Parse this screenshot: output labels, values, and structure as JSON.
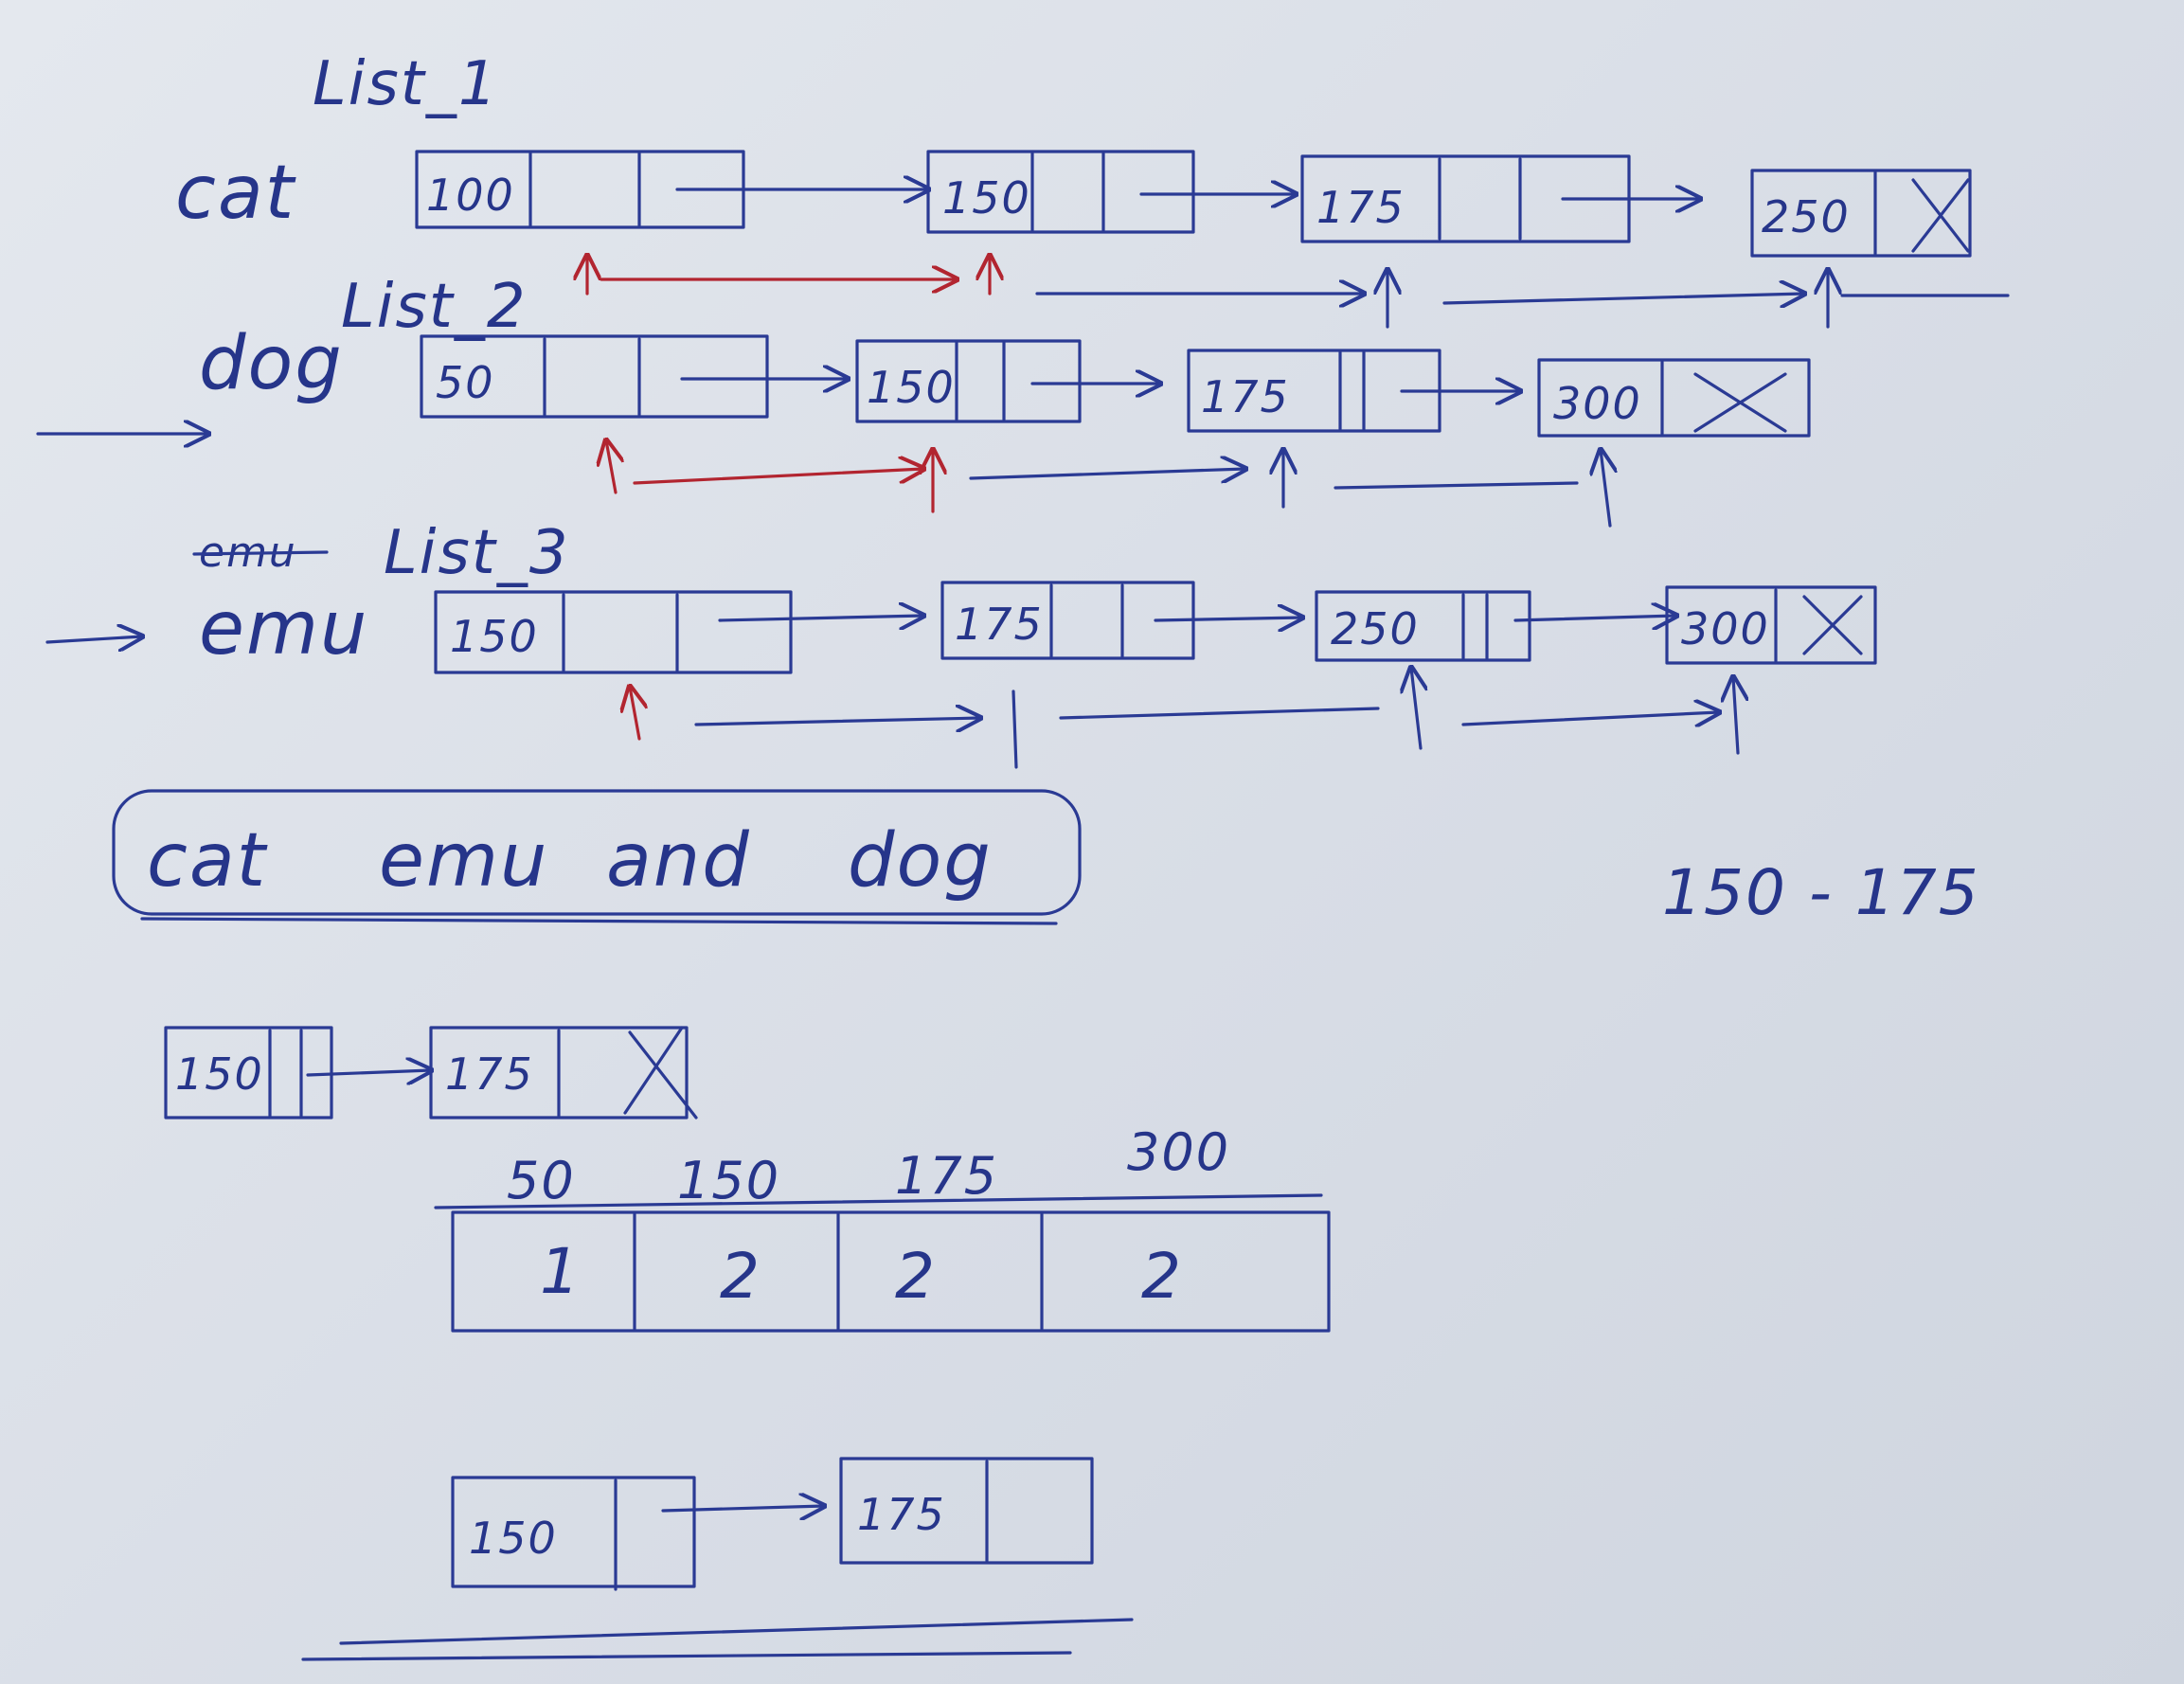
{
  "list1": {
    "title": "List_1",
    "word": "cat",
    "nodes": [
      "100",
      "150",
      "175",
      "250"
    ]
  },
  "list2": {
    "title": "List_2",
    "word": "dog",
    "nodes": [
      "50",
      "150",
      "175",
      "300"
    ]
  },
  "list3": {
    "struck_word": "emu",
    "title": "List_3",
    "word": "emu",
    "nodes": [
      "150",
      "175",
      "250",
      "300"
    ]
  },
  "box_text": [
    "cat",
    "emu",
    "and",
    "dog"
  ],
  "range_note": "150 - 175",
  "result_list": [
    "150",
    "175"
  ],
  "count_table": {
    "headers": [
      "50",
      "150",
      "175",
      "300"
    ],
    "counts": [
      "1",
      "2",
      "2",
      "2"
    ]
  },
  "final_list": [
    "150",
    "175"
  ],
  "colors": {
    "ink_blue": "#2a3a94",
    "ink_red": "#b22530",
    "paper": "#dde2ea"
  }
}
